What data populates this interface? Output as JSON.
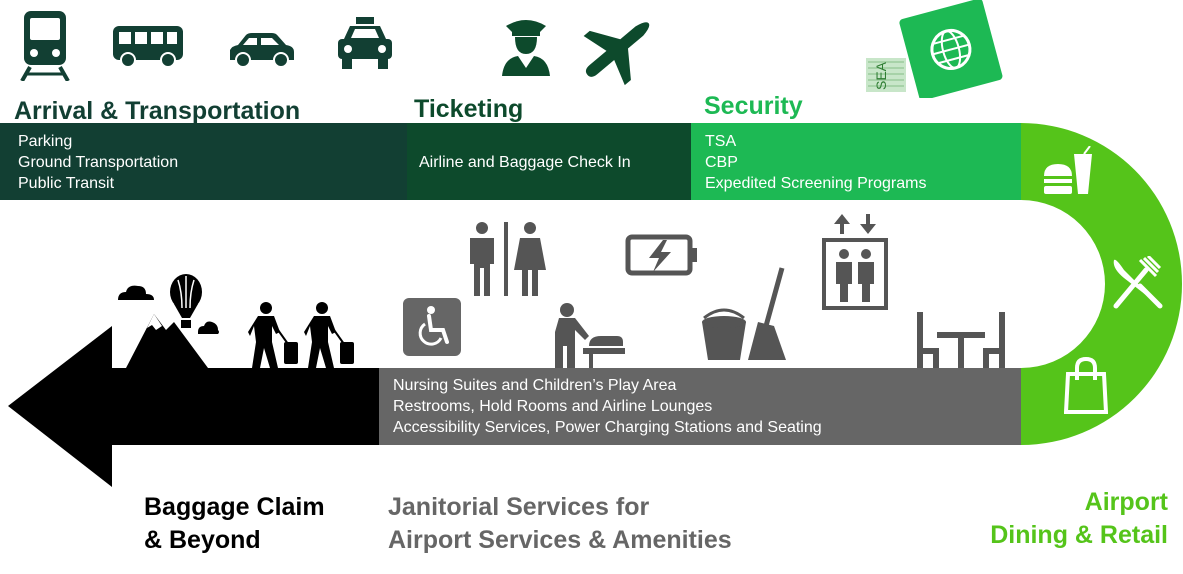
{
  "colors": {
    "dark_green": "#123f33",
    "ticketing_green": "#0d4a2c",
    "security_green": "#1db954",
    "lime_green": "#55c41a",
    "gray": "#666666",
    "black": "#000000",
    "icon_gray": "#555555"
  },
  "stages": {
    "arrival": {
      "heading": "Arrival & Transportation",
      "items": [
        "Parking",
        "Ground Transportation",
        "Public Transit"
      ]
    },
    "ticketing": {
      "heading": "Ticketing",
      "items": [
        "Airline and Baggage Check In"
      ]
    },
    "security": {
      "heading": "Security",
      "items": [
        "TSA",
        "CBP",
        "Expedited Screening Programs"
      ]
    },
    "dining": {
      "caption_line1": "Airport",
      "caption_line2": "Dining & Retail"
    },
    "janitorial": {
      "items": [
        "Nursing Suites and Children’s Play Area",
        "Restrooms, Hold Rooms and Airline Lounges",
        "Accessibility Services, Power Charging Stations and Seating"
      ],
      "caption_line1": "Janitorial Services for",
      "caption_line2": "Airport Services & Amenities"
    },
    "baggage": {
      "caption_line1": "Baggage Claim",
      "caption_line2": "& Beyond"
    }
  },
  "passport_label": "SEA",
  "icons": [
    "train-icon",
    "bus-icon",
    "car-icon",
    "taxi-icon",
    "pilot-icon",
    "airplane-icon",
    "passport-icon",
    "burger-drink-icon",
    "fork-knife-icon",
    "shopping-bag-icon",
    "restroom-icon",
    "battery-charging-icon",
    "elevator-icon",
    "wheelchair-icon",
    "baby-changing-icon",
    "mop-bucket-icon",
    "table-chairs-icon",
    "mountain-balloon-icon",
    "travelers-icon"
  ]
}
